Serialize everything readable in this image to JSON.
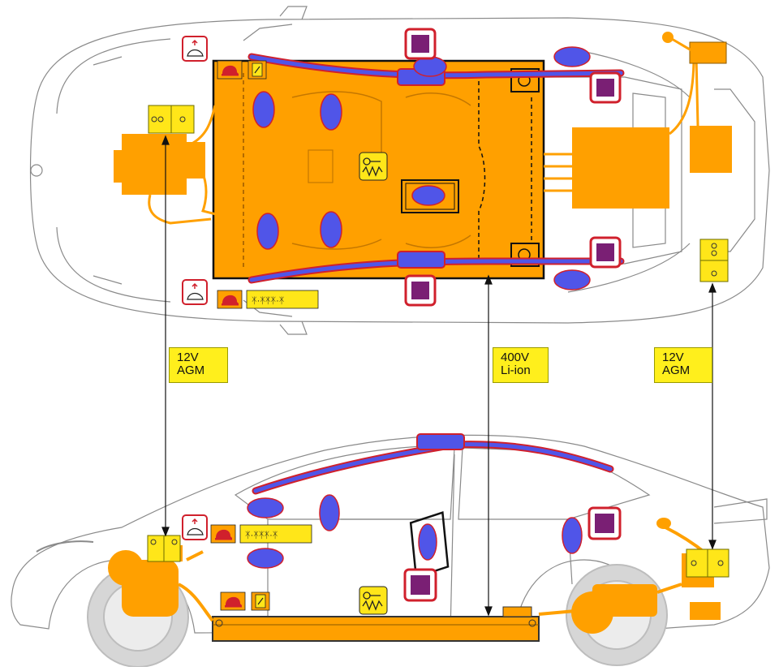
{
  "labels": {
    "left_battery": "12V\nAGM",
    "center_battery": "400V\nLi-ion",
    "right_battery": "12V\nAGM"
  },
  "colors": {
    "hv_orange": "#ffa000",
    "airbag_blue": "#5055e8",
    "airbag_outline": "#d0202c",
    "sensor_purple": "#7a1f74",
    "sensor_frame": "#d0202c",
    "battery_yellow": "#ffe619",
    "label_yellow": "#ffef1c",
    "car_outline": "#8a8a8a",
    "leader_line": "#111111"
  },
  "icons": {
    "hood_release": "hood-release-icon",
    "fire_rescue": "fire-helmet-icon",
    "pretensioner": "seatbelt-pretensioner-icon",
    "gas_strut": "gas-strut-icon",
    "airbag_row": "airbag-row-icon"
  }
}
